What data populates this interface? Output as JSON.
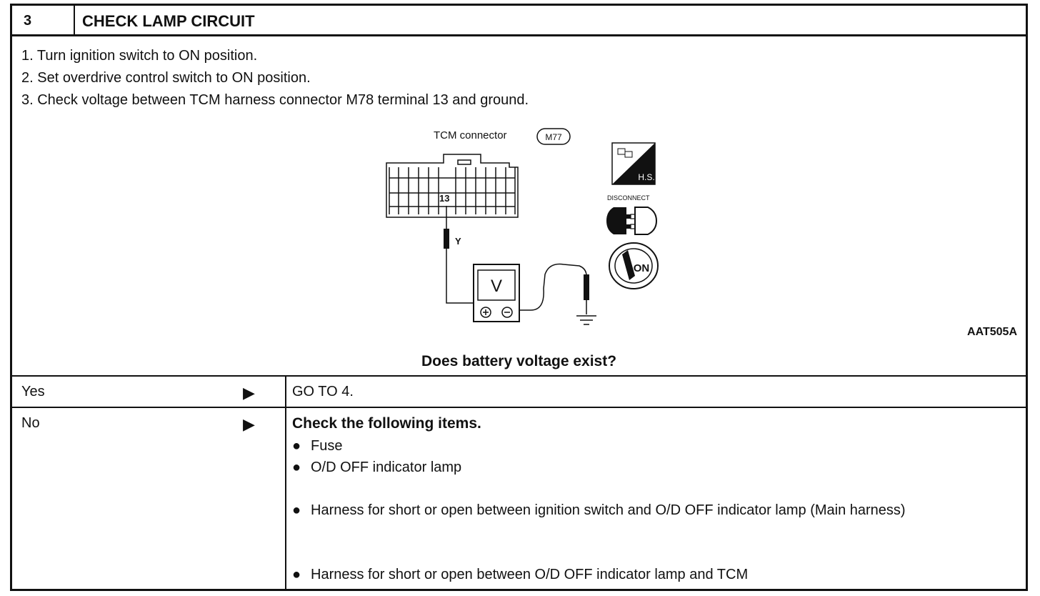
{
  "header": {
    "step_number": "3",
    "title": "CHECK LAMP CIRCUIT"
  },
  "steps": [
    "1.  Turn ignition switch to ON position.",
    "2.  Set overdrive control switch to ON position.",
    "3.  Check voltage between TCM harness connector M78 terminal 13 and ground."
  ],
  "diagram": {
    "connector_label": "TCM connector",
    "connector_id": "M77",
    "terminal": "13",
    "wire_color": "Y",
    "meter_symbol": "V",
    "icon_hs": "H.S.",
    "icon_disconnect": "DISCONNECT",
    "icon_key": "ON",
    "figure_id": "AAT505A"
  },
  "question": "Does battery voltage exist?",
  "answers": {
    "yes": {
      "label": "Yes",
      "arrow": "▶",
      "result": "GO TO 4."
    },
    "no": {
      "label": "No",
      "arrow": "▶",
      "heading": "Check the following items.",
      "bullet_symbol": "●",
      "items": [
        "Fuse",
        "O/D OFF indicator lamp",
        "Harness for short or open between ignition switch and O/D OFF indicator lamp (Main harness)",
        "Harness for short or open between O/D OFF indicator lamp and TCM"
      ]
    }
  }
}
